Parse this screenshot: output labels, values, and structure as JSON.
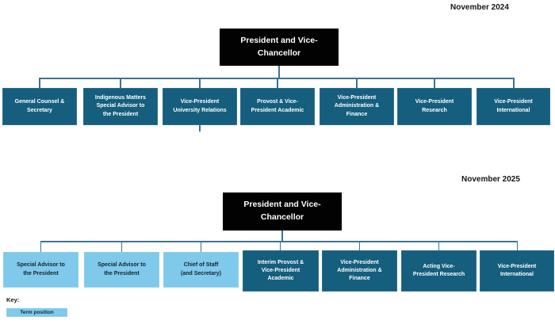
{
  "charts": [
    {
      "year_label": "November 2024",
      "root_label": "President and Vice-\nChancellor",
      "boxes": [
        {
          "label": "General Counsel &\nSecretary",
          "type": "standard"
        },
        {
          "label": "Indigenous Matters\nSpecial Advisor to\nthe President",
          "type": "standard"
        },
        {
          "label": "Vice-President\nUniversity Relations",
          "type": "standard"
        },
        {
          "label": "Provost & Vice-\nPresident Academic",
          "type": "standard"
        },
        {
          "label": "Vice-President\nAdministration &\nFinance",
          "type": "standard"
        },
        {
          "label": "Vice-President\nResearch",
          "type": "standard"
        },
        {
          "label": "Vice-President\nInternational",
          "type": "standard"
        }
      ]
    },
    {
      "year_label": "November 2025",
      "root_label": "President and Vice-\nChancellor",
      "boxes": [
        {
          "label": "Special Advisor to\nthe President",
          "type": "term"
        },
        {
          "label": "Special Advisor to\nthe President",
          "type": "term"
        },
        {
          "label": "Chief of Staff\n(and Secretary)",
          "type": "term"
        },
        {
          "label": "Interim Provost &\nVice-President\nAcademic",
          "type": "standard"
        },
        {
          "label": "Vice-President\nAdministration &\nFinance",
          "type": "standard"
        },
        {
          "label": "Acting Vice-\nPresident Research",
          "type": "standard"
        },
        {
          "label": "Vice-President\nInternational",
          "type": "standard"
        }
      ]
    }
  ],
  "key": {
    "title": "Key:",
    "items": [
      {
        "label": "Term position",
        "swatch_color": "#7FC9EA"
      }
    ]
  },
  "colors": {
    "root_box_fill": "#020202",
    "standard_box_fill": "#155E7D",
    "term_box_fill": "#7FC9EA",
    "connector_line": "#3C7390"
  }
}
